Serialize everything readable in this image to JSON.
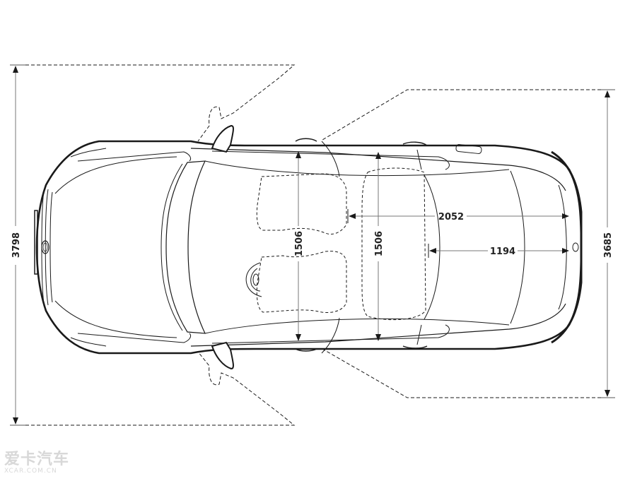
{
  "diagram": {
    "title": "Vehicle top view dimension drawing",
    "view": "top",
    "colors": {
      "line": "#1a1a1a",
      "dim_line": "#777777",
      "background": "#ffffff",
      "watermark": "#d8d8d8"
    }
  },
  "dimensions": {
    "left_door_swing": {
      "value": "3798",
      "orientation": "vertical",
      "unit": "mm"
    },
    "right_door_swing": {
      "value": "3685",
      "orientation": "vertical",
      "unit": "mm"
    },
    "front_interior_width": {
      "value": "1506",
      "orientation": "vertical",
      "unit": "mm"
    },
    "rear_interior_width": {
      "value": "1506",
      "orientation": "vertical",
      "unit": "mm"
    },
    "cargo_length_seats_up_front": {
      "value": "2052",
      "orientation": "horizontal",
      "unit": "mm"
    },
    "cargo_length_rear": {
      "value": "1194",
      "orientation": "horizontal",
      "unit": "mm"
    }
  },
  "watermark": {
    "chinese": "爱卡汽车",
    "latin": "XCAR.COM.CN"
  }
}
